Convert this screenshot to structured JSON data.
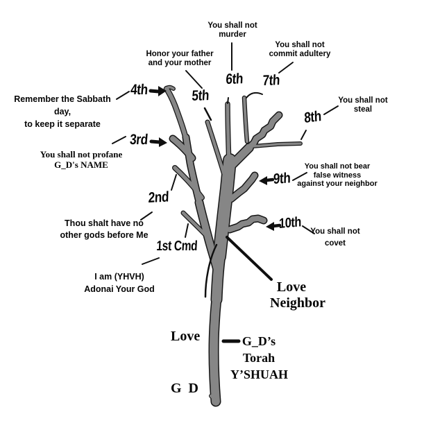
{
  "colors": {
    "branch_fill": "#868686",
    "branch_outline": "#161616",
    "ink": "#0f0f0f"
  },
  "ordinals": {
    "c1": "1st Cmd",
    "c2": "2nd",
    "c3": "3rd",
    "c4": "4th",
    "c5": "5th",
    "c6": "6th",
    "c7": "7th",
    "c8": "8th",
    "c9": "9th",
    "c10": "10th"
  },
  "annotations": {
    "c1": [
      "I am (YHVH)",
      "Adonai Your God"
    ],
    "c2": [
      "Thou shalt have no",
      "other gods before Me"
    ],
    "c3": [
      "You shall not profane",
      "G_D's NAME"
    ],
    "c4": [
      "Remember the Sabbath day,",
      "to keep it separate"
    ],
    "c5": [
      "Honor your father",
      "and your mother"
    ],
    "c6": [
      "You shall not",
      "murder"
    ],
    "c7": [
      "You shall not",
      "commit adultery"
    ],
    "c8": [
      "You shall not",
      "steal"
    ],
    "c9": [
      "You shall not bear",
      "false witness",
      "against your neighbor"
    ],
    "c10": [
      "You shall not",
      "covet"
    ]
  },
  "trunk": {
    "love_god": [
      "Love",
      "G  D"
    ],
    "love_neighbor": [
      "Love",
      "Neighbor"
    ],
    "torah": [
      "G_D’s",
      "Torah",
      "Y’SHUAH"
    ]
  }
}
